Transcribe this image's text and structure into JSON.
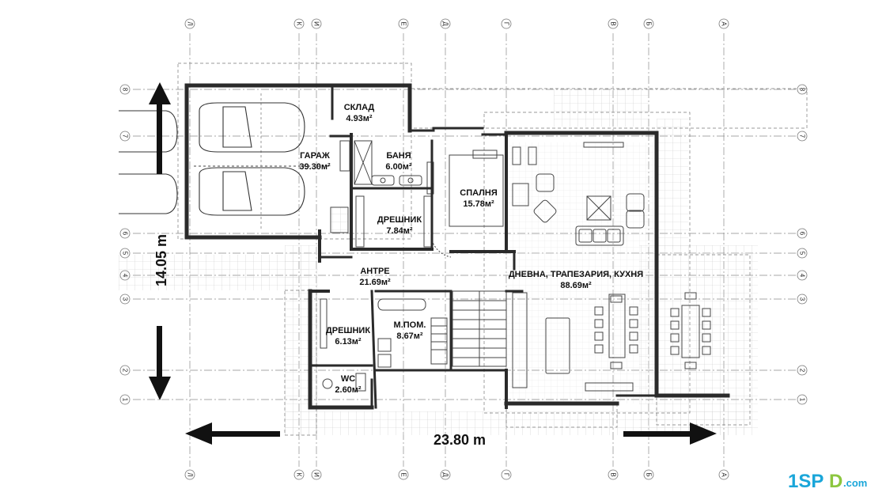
{
  "drawing": {
    "width_dimension": "23.80 m",
    "height_dimension": "14.05 m"
  },
  "rooms": [
    {
      "id": "sklad",
      "name": "СКЛАД",
      "area": "4.93м²"
    },
    {
      "id": "garazh",
      "name": "ГАРАЖ",
      "area": "39.30м²"
    },
    {
      "id": "banya",
      "name": "БАНЯ",
      "area": "6.00м²"
    },
    {
      "id": "spalnya",
      "name": "СПАЛНЯ",
      "area": "15.78м²"
    },
    {
      "id": "dreshnik1",
      "name": "ДРЕШНИК",
      "area": "7.84м²"
    },
    {
      "id": "antre",
      "name": "АНТРЕ",
      "area": "21.69м²"
    },
    {
      "id": "dnevna",
      "name": "ДНЕВНА, ТРАПЕЗАРИЯ, КУХНЯ",
      "area": "88.69м²"
    },
    {
      "id": "dreshnik2",
      "name": "ДРЕШНИК",
      "area": "6.13м²"
    },
    {
      "id": "mpom",
      "name": "М.ПОМ.",
      "area": "8.67м²"
    },
    {
      "id": "wc",
      "name": "WC",
      "area": "2.60м²"
    }
  ],
  "axes": {
    "vertical": [
      "Л",
      "К",
      "И",
      "Е",
      "Д",
      "Г",
      "В",
      "Б",
      "А"
    ],
    "horizontal": [
      "8",
      "7",
      "6",
      "5",
      "4",
      "3",
      "2",
      "1"
    ]
  },
  "logo": {
    "prefix": "1SP",
    "middle": "D",
    "suffix": ".com"
  }
}
